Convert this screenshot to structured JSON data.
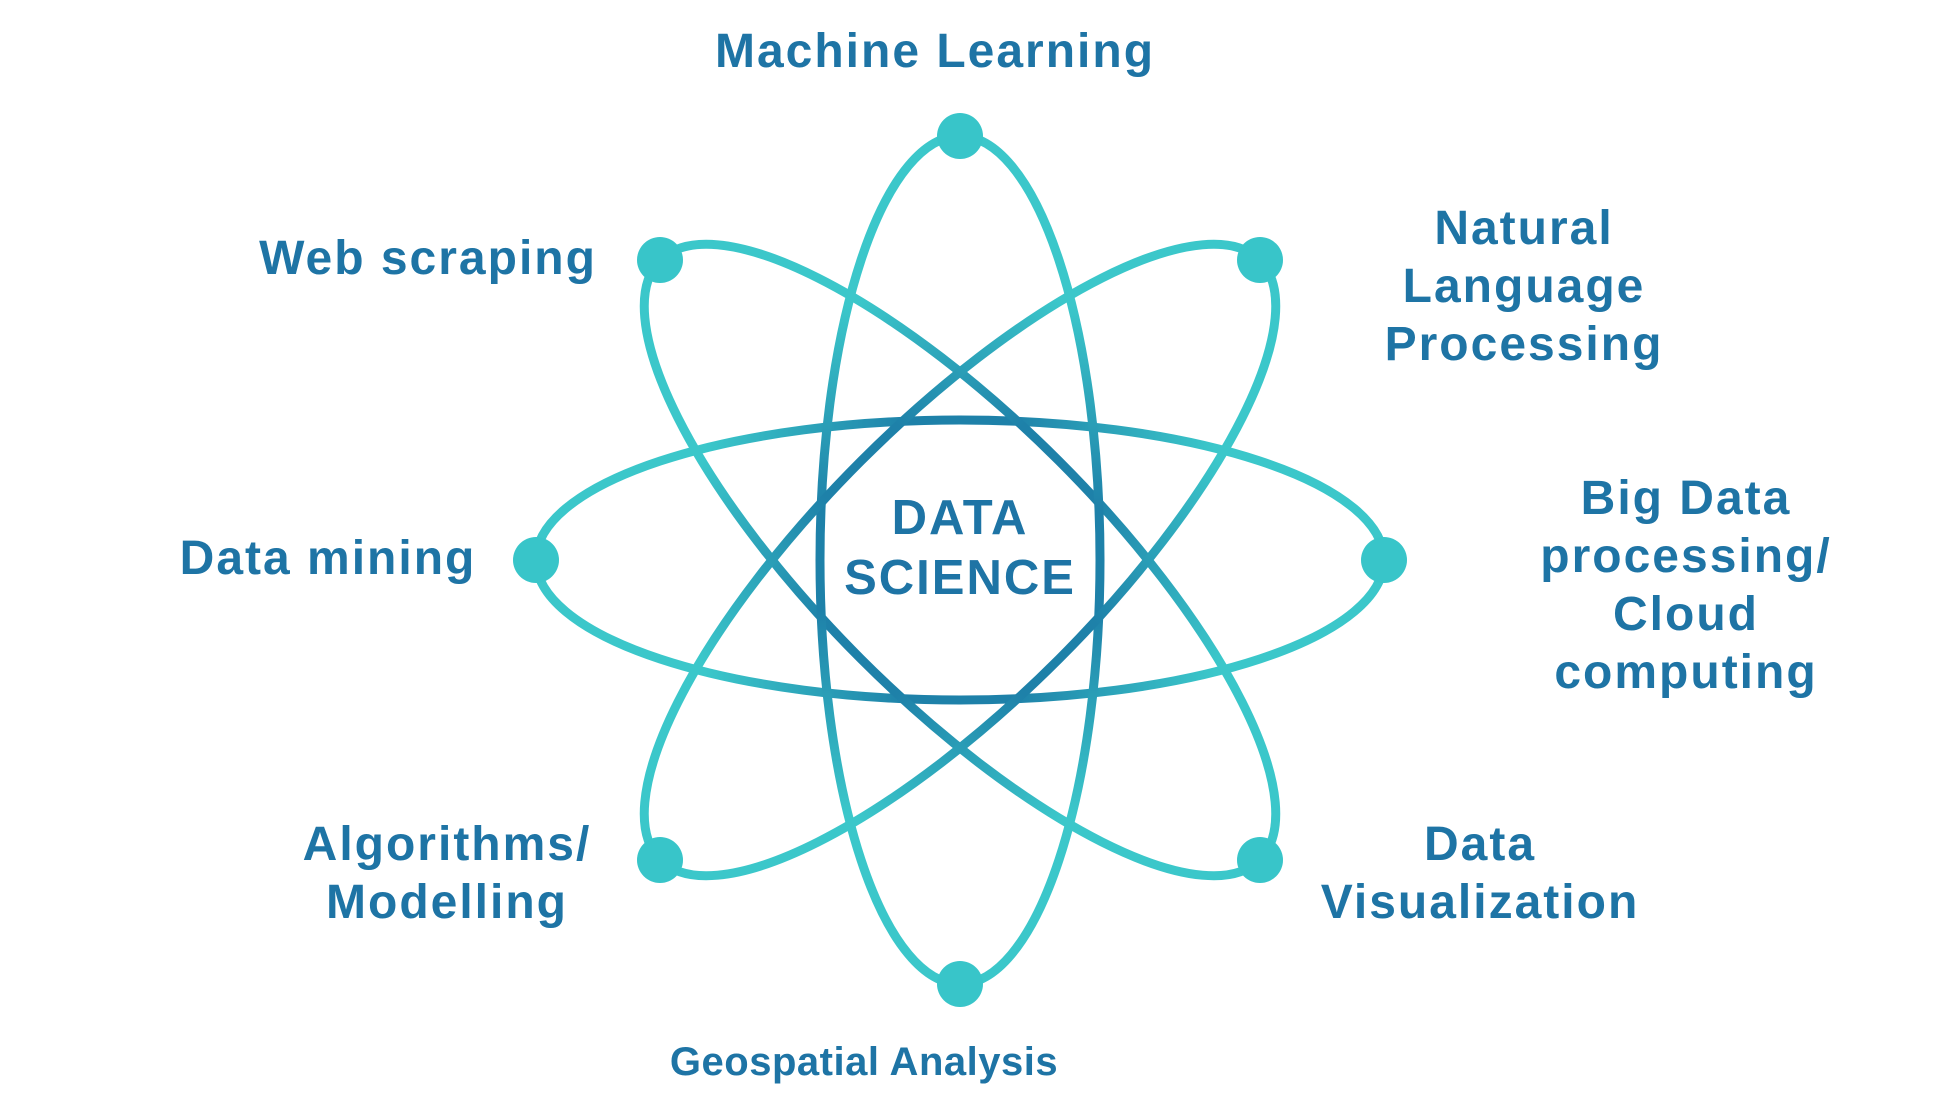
{
  "diagram": {
    "type": "atom-orbit-infographic",
    "center_label": "DATA\nSCIENCE",
    "nodes": [
      {
        "id": "machine-learning",
        "label": "Machine Learning"
      },
      {
        "id": "natural-language-processing",
        "label": "Natural Language\nProcessing"
      },
      {
        "id": "big-data-cloud",
        "label": "Big Data processing/\nCloud computing"
      },
      {
        "id": "data-visualization",
        "label": "Data\nVisualization"
      },
      {
        "id": "geospatial-analysis",
        "label": "Geospatial Analysis"
      },
      {
        "id": "algorithms-modelling",
        "label": "Algorithms/\nModelling"
      },
      {
        "id": "data-mining",
        "label": "Data mining"
      },
      {
        "id": "web-scraping",
        "label": "Web scraping"
      }
    ],
    "colors": {
      "orbit_tip": "#3BC7CA",
      "orbit_mid": "#1E81A9",
      "node_dot": "#38C5C9",
      "label_text": "#1E74A5",
      "background": "#FFFFFF"
    }
  }
}
